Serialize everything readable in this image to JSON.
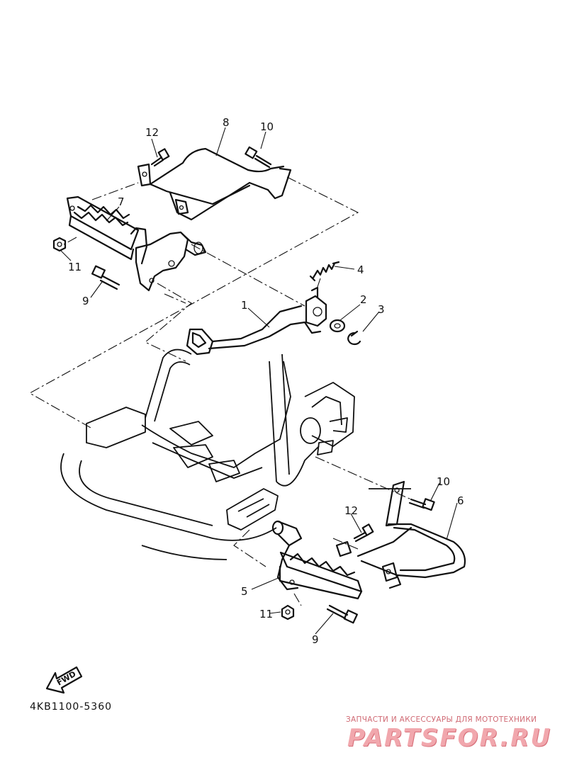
{
  "callouts": [
    {
      "id": "c12a",
      "text": "12"
    },
    {
      "id": "c8",
      "text": "8"
    },
    {
      "id": "c10a",
      "text": "10"
    },
    {
      "id": "c7",
      "text": "7"
    },
    {
      "id": "c11a",
      "text": "11"
    },
    {
      "id": "c9a",
      "text": "9"
    },
    {
      "id": "c4",
      "text": "4"
    },
    {
      "id": "c2",
      "text": "2"
    },
    {
      "id": "c3",
      "text": "3"
    },
    {
      "id": "c1",
      "text": "1"
    },
    {
      "id": "c10b",
      "text": "10"
    },
    {
      "id": "c6",
      "text": "6"
    },
    {
      "id": "c12b",
      "text": "12"
    },
    {
      "id": "c5",
      "text": "5"
    },
    {
      "id": "c11b",
      "text": "11"
    },
    {
      "id": "c9b",
      "text": "9"
    }
  ],
  "fwd_label": "FWD",
  "diagram_code": "4KB1100-5360",
  "watermark": {
    "tagline": "ЗАПЧАСТИ И АКСЕССУАРЫ ДЛЯ МОТОТЕХНИКИ",
    "logo": "PARTSFOR.RU"
  }
}
